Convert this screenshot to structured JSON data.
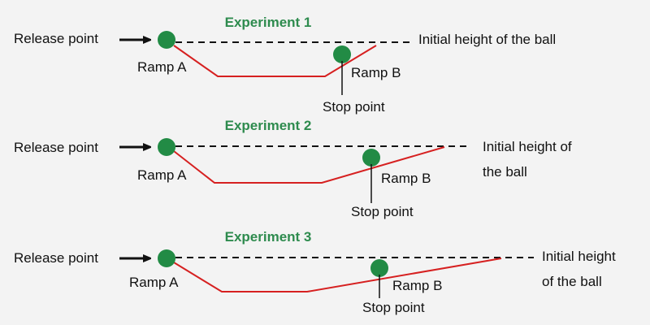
{
  "colors": {
    "title": "#2e8b4e",
    "ball": "#228b45",
    "ramp": "#d62020",
    "text": "#111111",
    "background": "#f3f3f3"
  },
  "experiments": [
    {
      "title": "Experiment 1",
      "release_label": "Release point",
      "ramp_a_label": "Ramp A",
      "ramp_b_label": "Ramp B",
      "stop_label": "Stop point",
      "height_label_lines": [
        "Initial height of the ball"
      ]
    },
    {
      "title": "Experiment 2",
      "release_label": "Release point",
      "ramp_a_label": "Ramp A",
      "ramp_b_label": "Ramp B",
      "stop_label": "Stop point",
      "height_label_lines": [
        "Initial height of",
        "the ball"
      ]
    },
    {
      "title": "Experiment 3",
      "release_label": "Release point",
      "ramp_a_label": "Ramp A",
      "ramp_b_label": "Ramp B",
      "stop_label": "Stop point",
      "height_label_lines": [
        "Initial height",
        "of the ball"
      ]
    }
  ]
}
